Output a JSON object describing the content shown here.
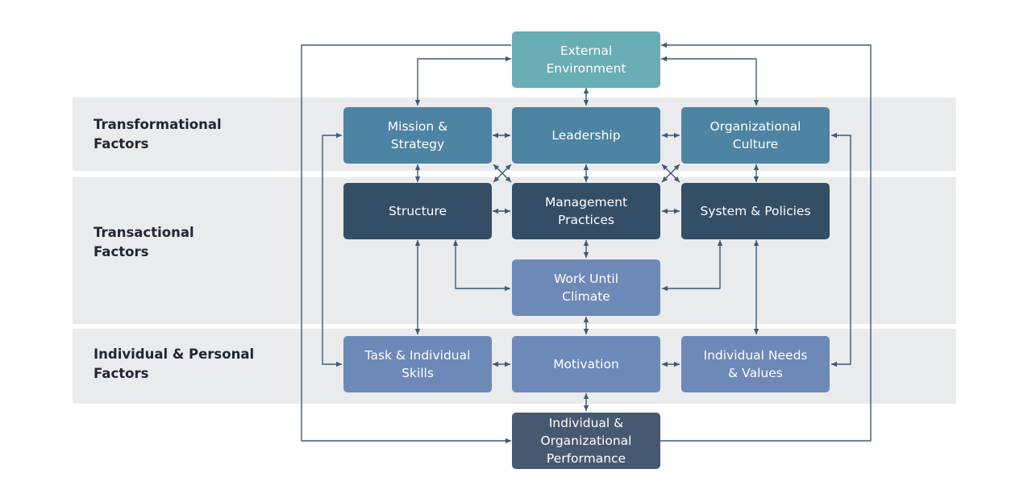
{
  "colors": {
    "band": "#eaebed",
    "external": "#69adb5",
    "transformational": "#4d83a3",
    "transactional": "#344e66",
    "individual": "#6d89b7",
    "performance": "#475971",
    "connector": "#3e5a73"
  },
  "bands": {
    "transformational": {
      "line1": "Transformational",
      "line2": "Factors"
    },
    "transactional": {
      "line1": "Transactional",
      "line2": "Factors"
    },
    "individual": {
      "line1": "Individual & Personal",
      "line2": "Factors"
    }
  },
  "boxes": {
    "external_environment": {
      "line1": "External",
      "line2": "Environment"
    },
    "mission_strategy": {
      "line1": "Mission &",
      "line2": "Strategy"
    },
    "leadership": {
      "line1": "Leadership"
    },
    "organizational_culture": {
      "line1": "Organizational",
      "line2": "Culture"
    },
    "structure": {
      "line1": "Structure"
    },
    "management_practices": {
      "line1": "Management",
      "line2": "Practices"
    },
    "system_policies": {
      "line1": "System & Policies"
    },
    "work_unit_climate": {
      "line1": "Work Until",
      "line2": "Climate"
    },
    "task_skills": {
      "line1": "Task & Individual",
      "line2": "Skills"
    },
    "motivation": {
      "line1": "Motivation"
    },
    "needs_values": {
      "line1": "Individual Needs",
      "line2": "& Values"
    },
    "performance": {
      "line1": "Individual &",
      "line2": "Organizational",
      "line3": "Performance"
    }
  }
}
